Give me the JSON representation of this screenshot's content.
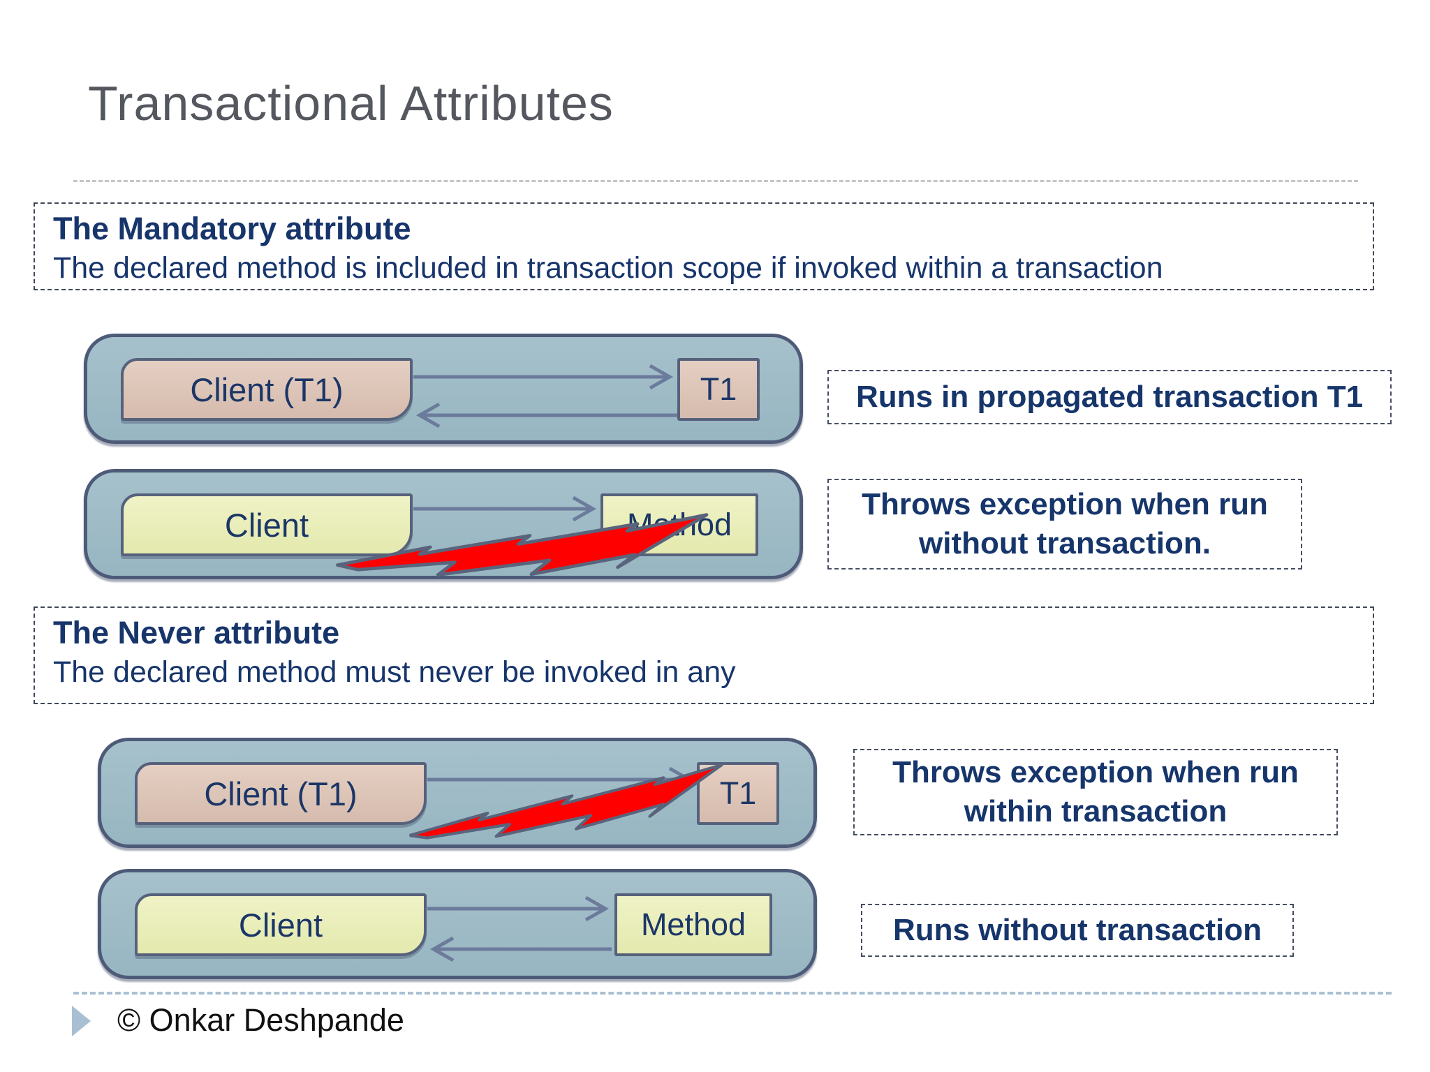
{
  "slide": {
    "title": "Transactional Attributes",
    "footer": "© Onkar Deshpande"
  },
  "sections": [
    {
      "heading": "The Mandatory attribute",
      "description": "The declared method is included in transaction scope if invoked within a transaction"
    },
    {
      "heading": "The Never attribute",
      "description": "The declared method must never be invoked in any"
    }
  ],
  "rows": [
    {
      "left": "Client (T1)",
      "right": "T1",
      "caption_lines": [
        "Runs in propagated transaction T1"
      ],
      "outcome": "runs",
      "arrows": [
        "call",
        "return"
      ]
    },
    {
      "left": "Client",
      "right": "Method",
      "caption_lines": [
        "Throws exception when run",
        "without transaction."
      ],
      "outcome": "exception",
      "arrows": [
        "call"
      ]
    },
    {
      "left": "Client (T1)",
      "right": "T1",
      "caption_lines": [
        "Throws exception when run",
        "within transaction"
      ],
      "outcome": "exception",
      "arrows": [
        "call"
      ]
    },
    {
      "left": "Client",
      "right": "Method",
      "caption_lines": [
        "Runs without transaction"
      ],
      "outcome": "runs",
      "arrows": [
        "call",
        "return"
      ]
    }
  ],
  "colors": {
    "title_gray": "#54575e",
    "navy_text": "#17356b",
    "container_fill": "#9cbac5",
    "container_border": "#4d5a78",
    "client_t1_fill": "#dcc1b4",
    "client_method_fill": "#e9edbb",
    "arrow": "#6b7b9c",
    "bolt_fill": "#ff0000",
    "bolt_outline": "#59647c",
    "footer_accent": "#a9c0d4"
  }
}
